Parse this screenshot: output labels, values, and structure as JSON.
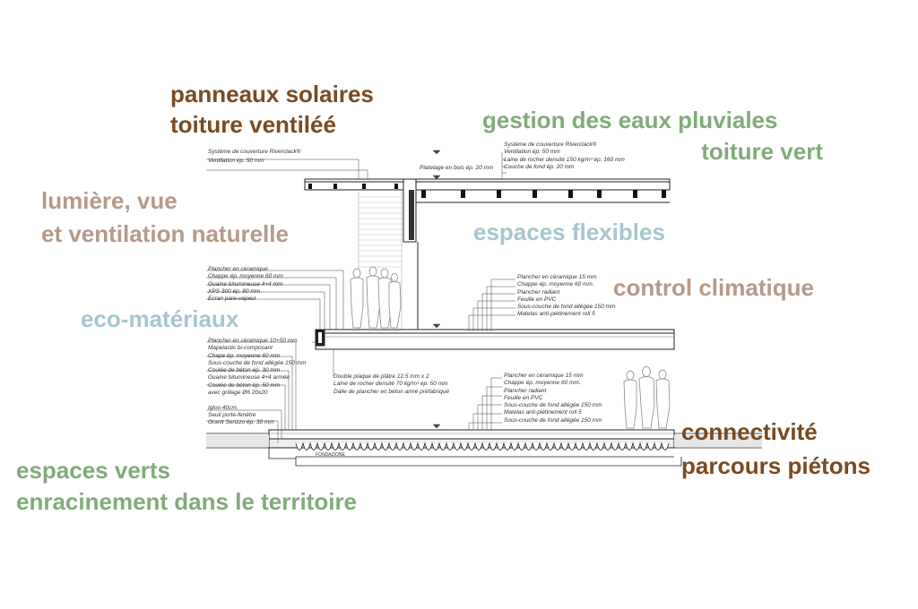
{
  "concepts": {
    "solaires_line1": "panneaux solaires",
    "solaires_line2": "toiture ventiléé",
    "eaux_line1": "gestion des eaux pluviales",
    "eaux_line2": "toiture vert",
    "lumiere_line1": "lumière, vue",
    "lumiere_line2": "et ventilation naturelle",
    "flexibles": "espaces flexibles",
    "climatique": "control climatique",
    "materiaux": "eco-matériaux",
    "connectivite_line1": "connectivité",
    "connectivite_line2": "parcours piétons",
    "verts_line1": "espaces verts",
    "verts_line2": "enracinement dans le territoire"
  },
  "colors": {
    "brown": "#7a4a22",
    "green": "#82ab7b",
    "tan": "#b59a8a",
    "blue": "#a7c6cc"
  },
  "notes": {
    "roof_left": [
      "Système de couverture Riverclack®",
      "Ventilation ép. 50 mm"
    ],
    "roof_right": [
      "Système de couverture Riverclack®",
      "Ventilation ép. 50 mm",
      "Laine de rocher densité 150 kg/m³ ép. 160 mm",
      "Couche de fond ép. 20 mm"
    ],
    "platelage": "Platelage en bois ép. 20 mm",
    "floor1_left": [
      "Plancher en céramique",
      "Chappe ép. moyenne 60 mm",
      "Guaine bitumineuse 4+4 mm",
      "XPS 300 ép. 80 mm",
      "Ecran pare-vapeur"
    ],
    "floor1_right": [
      "Plancher en céramique 15 mm",
      "Chappe ép. moyenne 60 mm.",
      "Plancher radiant",
      "Feuille en PVC",
      "Sous-couche de fond allégée 150 mm",
      "Matelas anti-piétinement roll 5"
    ],
    "ground_left": [
      "Plancher en céramique 10+50 mm",
      "Mapelastic bi-composant",
      "Chape ép. moyenne 60 mm",
      "Sous-couche de fond allégée 150 mm",
      "Coulée de béton ép. 30 mm",
      "Guaine bitumineuse 4+4 armée",
      "Coulée de béton ép. 50 mm",
      "avec grillage Ø6 20x20",
      "",
      "Igloo 40cm.",
      "Seuil porte-fenêtre",
      "Granit Serizzo ép. 30 mm"
    ],
    "ceiling": [
      "Double plaque de plâtre 12.5 mm x 2",
      "Laine de rocher densité 70 kg/m³ ép. 50 mm",
      "Dalle de plancher en béton armé préfabriqué"
    ],
    "ground_right": [
      "Plancher en céramique 15 mm",
      "Chappe ép. moyenne 60 mm.",
      "Plancher radiant",
      "Feuille en PVC",
      "Sous-couche de fond allégée 150 mm",
      "Matelas anti-piétinement roll 5",
      "Sous-couche de fond allégée 150 mm"
    ],
    "fondazione": "FONDAZIONE"
  }
}
